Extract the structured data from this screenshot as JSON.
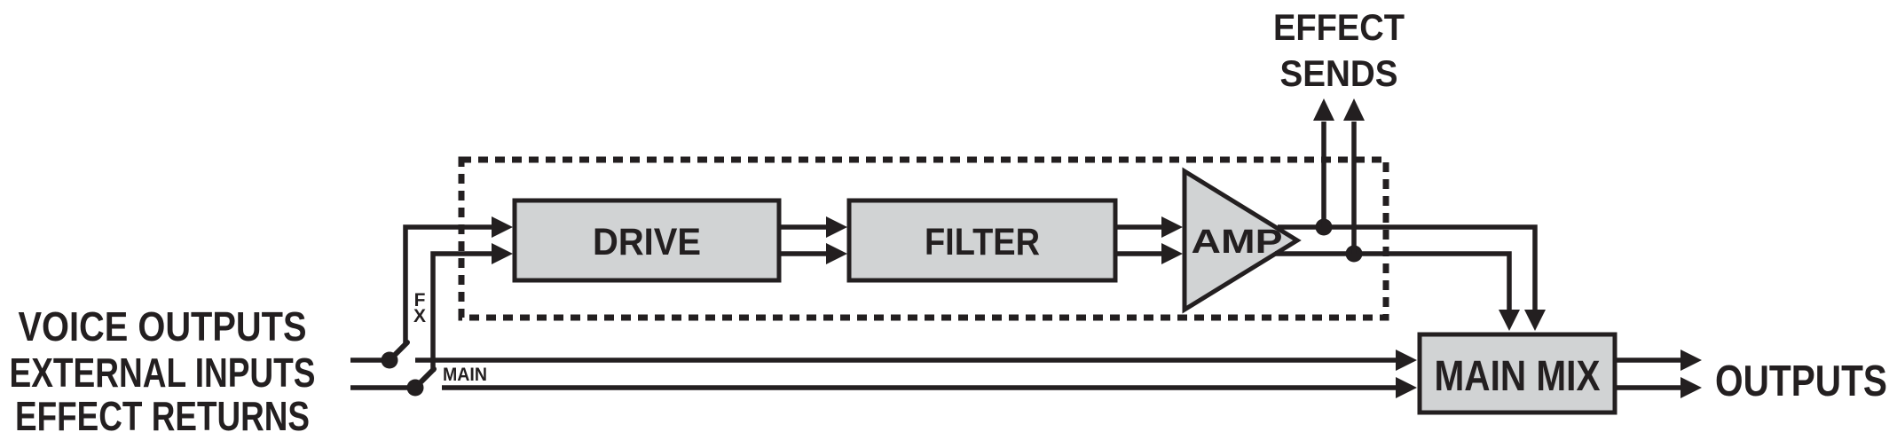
{
  "colors": {
    "ink": "#231f20",
    "box_fill": "#d1d3d4",
    "background": "#ffffff"
  },
  "input_labels": [
    "VOICE OUTPUTS",
    "EXTERNAL INPUTS",
    "EFFECT RETURNS"
  ],
  "switches": {
    "fx_letter_top": "F",
    "fx_letter_bottom": "X",
    "main_label": "MAIN"
  },
  "blocks": {
    "drive": "DRIVE",
    "filter": "FILTER",
    "amp": "AMP",
    "main_mix": "MAIN MIX"
  },
  "effect_sends": {
    "line1": "EFFECT",
    "line2": "SENDS"
  },
  "outputs_label": "OUTPUTS"
}
